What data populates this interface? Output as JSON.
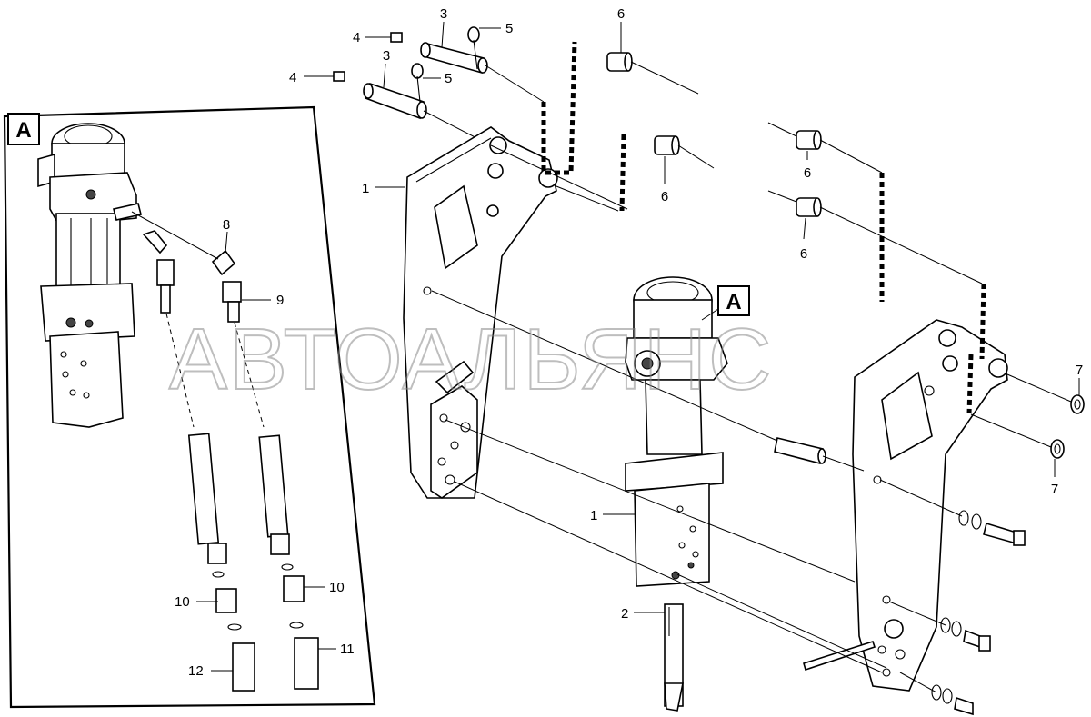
{
  "detail_box": {
    "label": "A"
  },
  "detail_ref": {
    "label": "A"
  },
  "watermark": "АВТОАЛЬЯНС",
  "callouts": {
    "c1_left": "1",
    "c1_center": "1",
    "c2": "2",
    "c3_top": "3",
    "c3_lower": "3",
    "c4_top": "4",
    "c4_lower": "4",
    "c5_top": "5",
    "c5_lower": "5",
    "c6_top": "6",
    "c6_mid": "6",
    "c6_right_a": "6",
    "c6_right_b": "6",
    "c7_upper": "7",
    "c7_lower": "7",
    "c8": "8",
    "c9": "9",
    "c10_left": "10",
    "c10_right": "10",
    "c11": "11",
    "c12": "12"
  }
}
